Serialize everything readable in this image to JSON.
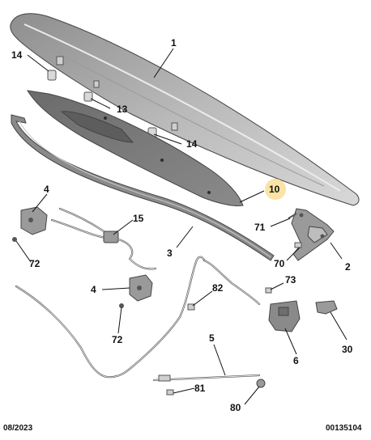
{
  "diagram": {
    "callouts": {
      "c1": "1",
      "c14a": "14",
      "c13": "13",
      "c14b": "14",
      "c10": "10",
      "c4a": "4",
      "c15": "15",
      "c71": "71",
      "c72a": "72",
      "c3": "3",
      "c70": "70",
      "c2": "2",
      "c4b": "4",
      "c82": "82",
      "c73": "73",
      "c72b": "72",
      "c5": "5",
      "c6": "6",
      "c30": "30",
      "c81": "81",
      "c80": "80"
    },
    "footer": {
      "date": "08/2023",
      "reference": "00135104"
    },
    "colors": {
      "highlight": "#fbe3a6",
      "part_dark": "#7b7b7b",
      "part_light": "#c7c7c7"
    }
  }
}
